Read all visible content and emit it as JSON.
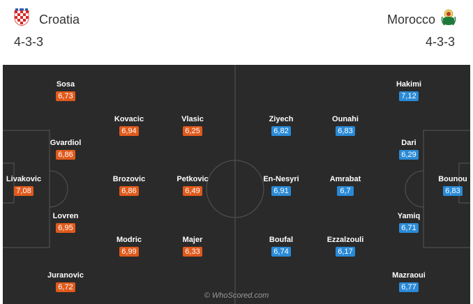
{
  "home": {
    "name": "Croatia",
    "formation": "4-3-3",
    "players": [
      {
        "name": "Livakovic",
        "rating": "7,08"
      },
      {
        "name": "Sosa",
        "rating": "6,73"
      },
      {
        "name": "Gvardiol",
        "rating": "6,86"
      },
      {
        "name": "Lovren",
        "rating": "6,95"
      },
      {
        "name": "Juranovic",
        "rating": "6,72"
      },
      {
        "name": "Kovacic",
        "rating": "6,94"
      },
      {
        "name": "Brozovic",
        "rating": "6,86"
      },
      {
        "name": "Modric",
        "rating": "6,99"
      },
      {
        "name": "Vlasic",
        "rating": "6,25"
      },
      {
        "name": "Petkovic",
        "rating": "6,49"
      },
      {
        "name": "Majer",
        "rating": "6,33"
      }
    ]
  },
  "away": {
    "name": "Morocco",
    "formation": "4-3-3",
    "players": [
      {
        "name": "Bounou",
        "rating": "6,83"
      },
      {
        "name": "Hakimi",
        "rating": "7,12"
      },
      {
        "name": "Dari",
        "rating": "6,29"
      },
      {
        "name": "Yamiq",
        "rating": "6,71"
      },
      {
        "name": "Mazraoui",
        "rating": "6,77"
      },
      {
        "name": "Ounahi",
        "rating": "6,83"
      },
      {
        "name": "Amrabat",
        "rating": "6,7"
      },
      {
        "name": "Ezzalzouli",
        "rating": "6,17"
      },
      {
        "name": "Ziyech",
        "rating": "6,82"
      },
      {
        "name": "En-Nesyri",
        "rating": "6,91"
      },
      {
        "name": "Boufal",
        "rating": "6,74"
      }
    ]
  },
  "watermark": "© WhoScored.com",
  "colors": {
    "home_rating": "#e05a1c",
    "away_rating": "#2a8ad6",
    "pitch": "#2a2a2a",
    "lines": "#555555"
  },
  "icons": {
    "home_crest": "croatia-crest-icon",
    "away_crest": "morocco-crest-icon"
  }
}
